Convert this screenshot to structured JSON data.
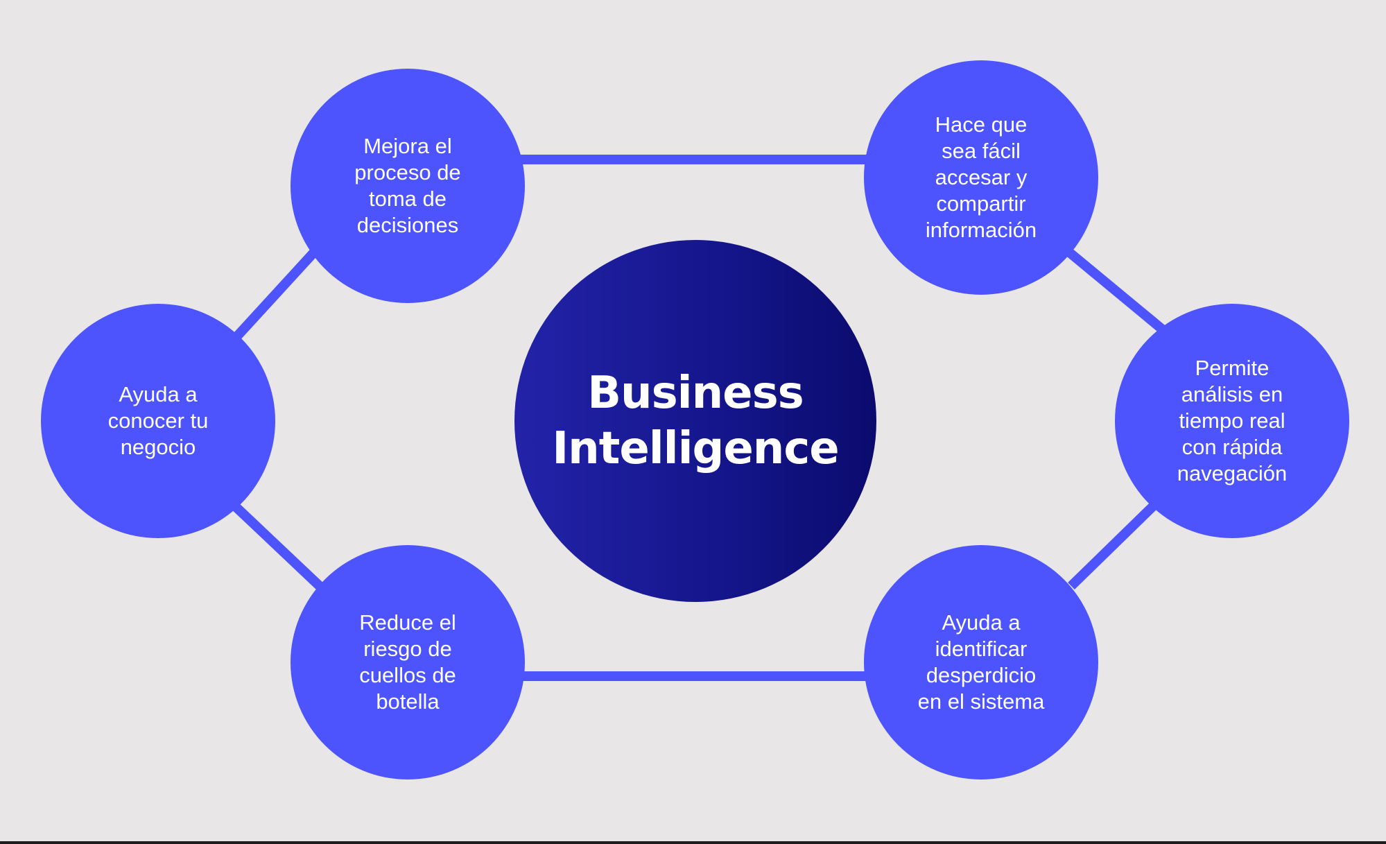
{
  "diagram": {
    "center": {
      "title": "Business\nIntelligence"
    },
    "nodes": [
      {
        "id": "n1",
        "text": "Mejora el\nproceso de\ntoma de\ndecisiones"
      },
      {
        "id": "n2",
        "text": "Hace que\nsea fácil\naccesar y\ncompartir\ninformación"
      },
      {
        "id": "n3",
        "text": "Permite\nanálisis en\ntiempo real\ncon rápida\nnavegación"
      },
      {
        "id": "n4",
        "text": "Ayuda a\nidentificar\ndesperdicio\nen el sistema"
      },
      {
        "id": "n5",
        "text": "Reduce el\nriesgo de\ncuellos de\nbotella"
      },
      {
        "id": "n6",
        "text": "Ayuda a\nconocer tu\nnegocio"
      }
    ],
    "colors": {
      "background": "#e8e6e7",
      "node": "#4d54fd",
      "connector": "#4d54fd",
      "hub_start": "#2223a8",
      "hub_end": "#0b0b6e",
      "text": "#ffffff"
    }
  }
}
